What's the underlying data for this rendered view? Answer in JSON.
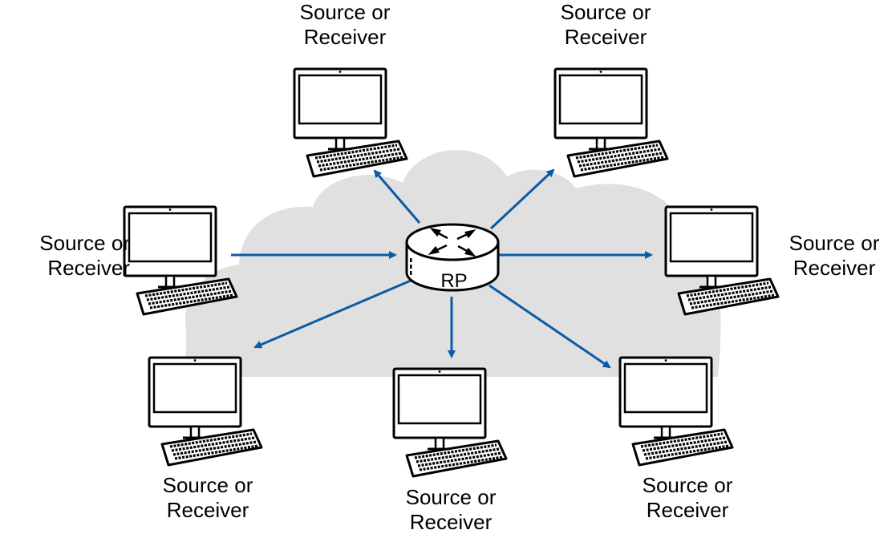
{
  "router": {
    "label": "RP"
  },
  "nodes": [
    {
      "id": "top-left",
      "line1": "Source or",
      "line2": "Receiver"
    },
    {
      "id": "top-right",
      "line1": "Source or",
      "line2": "Receiver"
    },
    {
      "id": "left",
      "line1": "Source or",
      "line2": "Receiver"
    },
    {
      "id": "right",
      "line1": "Source or",
      "line2": "Receiver"
    },
    {
      "id": "bottom-left",
      "line1": "Source or",
      "line2": "Receiver"
    },
    {
      "id": "bottom-center",
      "line1": "Source or",
      "line2": "Receiver"
    },
    {
      "id": "bottom-right",
      "line1": "Source or",
      "line2": "Receiver"
    }
  ],
  "colors": {
    "arrow": "#0a5aa8",
    "cloud": "#e0e0e0",
    "stroke": "#000000"
  },
  "icons": {
    "router": "router-icon",
    "computer": "desktop-computer-icon",
    "network": "cloud-icon"
  }
}
